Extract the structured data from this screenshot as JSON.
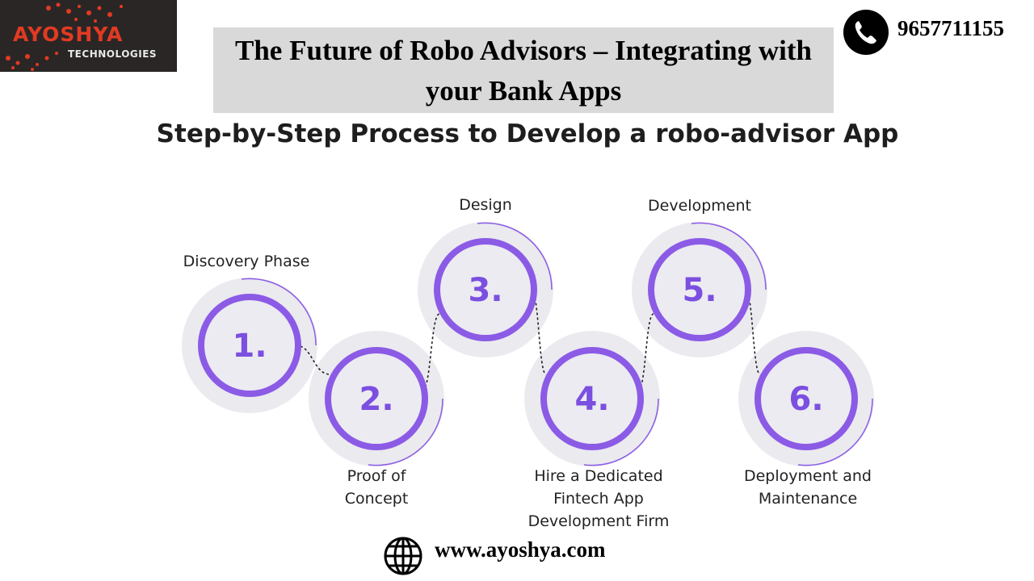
{
  "header": {
    "logo_main": "AYOSHYA",
    "logo_sub": "TECHNOLOGIES",
    "title_line1": "The Future of Robo Advisors – Integrating with",
    "title_line2": "your Bank Apps",
    "phone": "9657711155"
  },
  "diagram": {
    "heading": "Step-by-Step Process to Develop a robo-advisor App",
    "steps": [
      {
        "number": "1.",
        "label": "Discovery Phase"
      },
      {
        "number": "2.",
        "label": "Proof of Concept"
      },
      {
        "number": "3.",
        "label": "Design"
      },
      {
        "number": "4.",
        "label": "Hire a Dedicated Fintech App Development Firm"
      },
      {
        "number": "5.",
        "label": "Development"
      },
      {
        "number": "6.",
        "label": "Deployment and Maintenance"
      }
    ],
    "colors": {
      "accent": "#8b5be6",
      "circle_fill": "#ecebf1",
      "track": "#ebeaef",
      "number": "#7b4fe0"
    }
  },
  "footer": {
    "website": "www.ayoshya.com"
  }
}
